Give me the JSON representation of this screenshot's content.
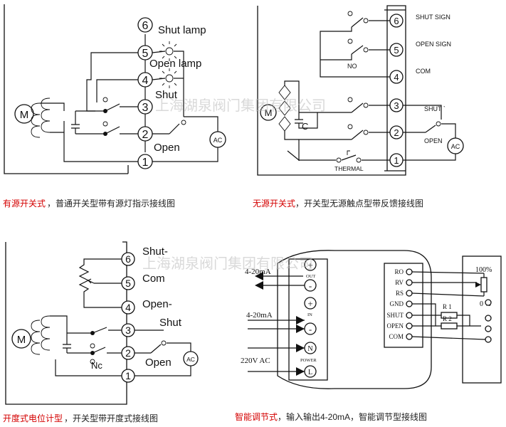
{
  "watermark": "上海湖泉阀门集团有限公司",
  "diagram1": {
    "terminals": [
      "6",
      "5",
      "4",
      "3",
      "2",
      "1"
    ],
    "labels": {
      "shut_lamp": "Shut lamp",
      "open_lamp": "Open lamp",
      "shut": "Shut",
      "open": "Open"
    },
    "motor": "M",
    "ac": "AC",
    "caption_red": "有源开关式",
    "caption_black": "，普通开关型带有源灯指示接线图"
  },
  "diagram2": {
    "terminals": [
      "6",
      "5",
      "4",
      "3",
      "2",
      "1"
    ],
    "labels": {
      "shut_sign": "SHUT SIGN",
      "open_sign": "OPEN SIGN",
      "com": "COM",
      "shut": "SHUT `",
      "open": "OPEN",
      "no": "NO",
      "thermal": "THERMAL",
      "c": "C"
    },
    "motor": "M",
    "ac": "AC",
    "caption_red": "无源开关式",
    "caption_black": "，开关型无源触点型带反馈接线图"
  },
  "diagram3": {
    "terminals": [
      "6",
      "5",
      "4",
      "3",
      "2",
      "1"
    ],
    "labels": {
      "shut_dash": "Shut-",
      "com": "Com",
      "open_dash": "Open-",
      "shut": "Shut",
      "open": "Open",
      "nc": "Nc"
    },
    "motor": "M",
    "ac": "AC",
    "caption_red": "开度式电位计型",
    "caption_black": "，开关型带开度式接线图"
  },
  "diagram4": {
    "left_labels": {
      "out_signal": "4-20mA",
      "in_signal": "4-20mA",
      "power": "220V  AC"
    },
    "terminal_glyphs": [
      "+",
      "-",
      "+",
      "-",
      "N",
      "L"
    ],
    "terminal_tags": {
      "out": "OUT",
      "in": "IN",
      "power": "POWER"
    },
    "right_pins": [
      "RO",
      "RV",
      "RS",
      "GND",
      "SHUT",
      "OPEN",
      "COM"
    ],
    "resistors": [
      "R 1",
      "R 2"
    ],
    "pot": {
      "top": "100%",
      "bottom": "0 %"
    },
    "caption_red": "智能调节式",
    "caption_black": "，输入输出4-20mA，智能调节型接线图"
  }
}
